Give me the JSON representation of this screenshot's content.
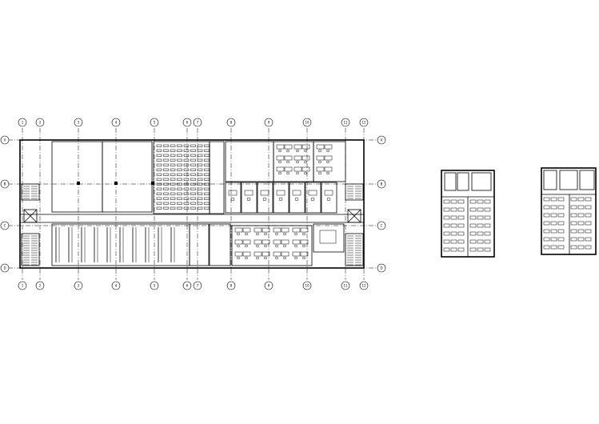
{
  "drawing": {
    "main_plan_caption": "",
    "room_labels": {
      "reading_room": "",
      "hall": "",
      "office_a": "",
      "office_b": ""
    },
    "axis_columns": [
      "1",
      "2",
      "3",
      "4",
      "5",
      "6",
      "7",
      "8",
      "9",
      "10",
      "11",
      "12"
    ],
    "axis_rows": [
      "A",
      "B",
      "C",
      "D"
    ],
    "colors": {
      "line": "#000000",
      "background": "#ffffff"
    }
  }
}
